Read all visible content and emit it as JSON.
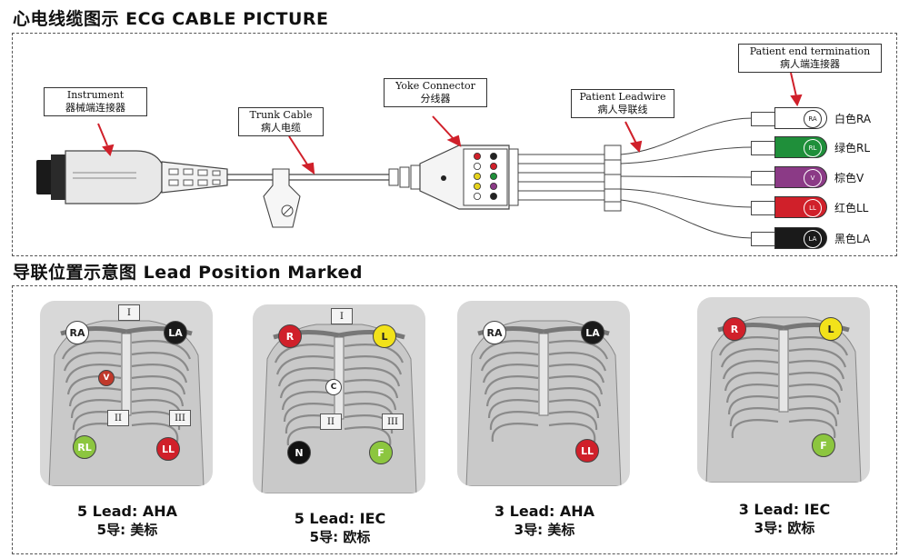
{
  "titles": {
    "cable": "心电线缆图示 ECG CABLE PICTURE",
    "position": "导联位置示意图 Lead Position Marked"
  },
  "callouts": {
    "instrument": {
      "en": "Instrument",
      "cn": "器械端连接器"
    },
    "trunk": {
      "en": "Trunk Cable",
      "cn": "病人电缆"
    },
    "yoke": {
      "en": "Yoke Connector",
      "cn": "分线器"
    },
    "leadwire": {
      "en": "Patient Leadwire",
      "cn": "病人导联线"
    },
    "termination": {
      "en": "Patient end termination",
      "cn": "病人端连接器"
    }
  },
  "leads": [
    {
      "label": "白色RA",
      "tag": "RA",
      "color": "#ffffff"
    },
    {
      "label": "绿色RL",
      "tag": "RL",
      "color": "#1f8f3a"
    },
    {
      "label": "棕色V",
      "tag": "V",
      "color": "#8b3a86"
    },
    {
      "label": "红色LL",
      "tag": "LL",
      "color": "#d0202a"
    },
    {
      "label": "黑色LA",
      "tag": "LA",
      "color": "#1a1a1a"
    }
  ],
  "yoke_dots": [
    "#d0202a",
    "#222222",
    "#ffffff",
    "#d0202a",
    "#e5d21c",
    "#1f8f3a",
    "#e5d21c",
    "#8b3a86",
    "#ffffff",
    "#222222"
  ],
  "diagrams": [
    {
      "line1": "5 Lead: AHA",
      "line2": "5导: 美标",
      "electrodes": [
        {
          "text": "RA",
          "bg": "#ffffff",
          "fg": "#222222"
        },
        {
          "text": "LA",
          "bg": "#1a1a1a",
          "fg": "#ffffff"
        },
        {
          "text": "RL",
          "bg": "#8cc63f",
          "fg": "#ffffff"
        },
        {
          "text": "LL",
          "bg": "#d0202a",
          "fg": "#ffffff"
        },
        {
          "text": "V",
          "bg": "#c0392b",
          "fg": "#ffffff"
        }
      ],
      "leads_marked": [
        "I",
        "II",
        "III"
      ]
    },
    {
      "line1": "5 Lead: IEC",
      "line2": "5导: 欧标",
      "electrodes": [
        {
          "text": "R",
          "bg": "#d0202a",
          "fg": "#ffffff"
        },
        {
          "text": "L",
          "bg": "#f2e21a",
          "fg": "#222222"
        },
        {
          "text": "N",
          "bg": "#111111",
          "fg": "#ffffff"
        },
        {
          "text": "F",
          "bg": "#8cc63f",
          "fg": "#ffffff"
        },
        {
          "text": "C",
          "bg": "#ffffff",
          "fg": "#222222"
        }
      ],
      "leads_marked": [
        "I",
        "II",
        "III"
      ]
    },
    {
      "line1": "3 Lead: AHA",
      "line2": "3导: 美标",
      "electrodes": [
        {
          "text": "RA",
          "bg": "#ffffff",
          "fg": "#222222"
        },
        {
          "text": "LA",
          "bg": "#1a1a1a",
          "fg": "#ffffff"
        },
        {
          "text": "LL",
          "bg": "#d0202a",
          "fg": "#ffffff"
        }
      ],
      "leads_marked": []
    },
    {
      "line1": "3 Lead: IEC",
      "line2": "3导: 欧标",
      "electrodes": [
        {
          "text": "R",
          "bg": "#d0202a",
          "fg": "#ffffff"
        },
        {
          "text": "L",
          "bg": "#f2e21a",
          "fg": "#222222"
        },
        {
          "text": "F",
          "bg": "#8cc63f",
          "fg": "#ffffff"
        }
      ],
      "leads_marked": []
    }
  ]
}
